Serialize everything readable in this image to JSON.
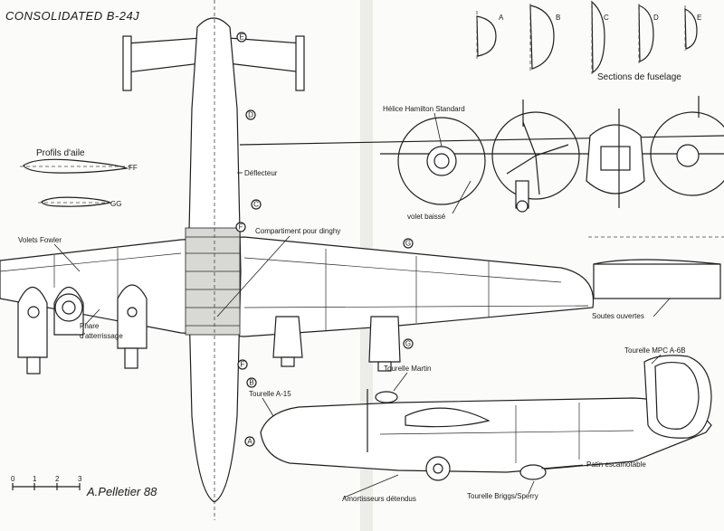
{
  "title": "CONSOLIDATED B-24J",
  "author": "A.Pelletier 88",
  "scale": {
    "ticks": [
      "0",
      "1",
      "2",
      "3"
    ]
  },
  "fuselage_sections": {
    "label": "Sections de fuselage",
    "letters": [
      "A",
      "B",
      "C",
      "D",
      "E"
    ]
  },
  "wing_profiles": {
    "label": "Profils d'aile",
    "items": [
      "FF",
      "GG"
    ]
  },
  "annotations": {
    "helice": "Hélice Hamilton Standard",
    "deflecteur": "Déflecteur",
    "compartiment": "Compartiment pour dinghy",
    "volets": "Volets Fowler",
    "volet_baisse": "volet baissé",
    "soutes": "Soutes ouvertes",
    "phare_1": "Phare",
    "phare_2": "d'atterrissage",
    "tourelle_mpc": "Tourelle MPC A-6B",
    "tourelle_martin": "Tourelle Martin",
    "tourelle_a15": "Tourelle A-15",
    "patin": "Patin escamotable",
    "amortisseurs": "Amortisseurs détendus",
    "tourelle_briggs": "Tourelle Briggs/Sperry"
  },
  "section_markers": [
    "A",
    "B",
    "C",
    "D",
    "E",
    "F",
    "G"
  ]
}
